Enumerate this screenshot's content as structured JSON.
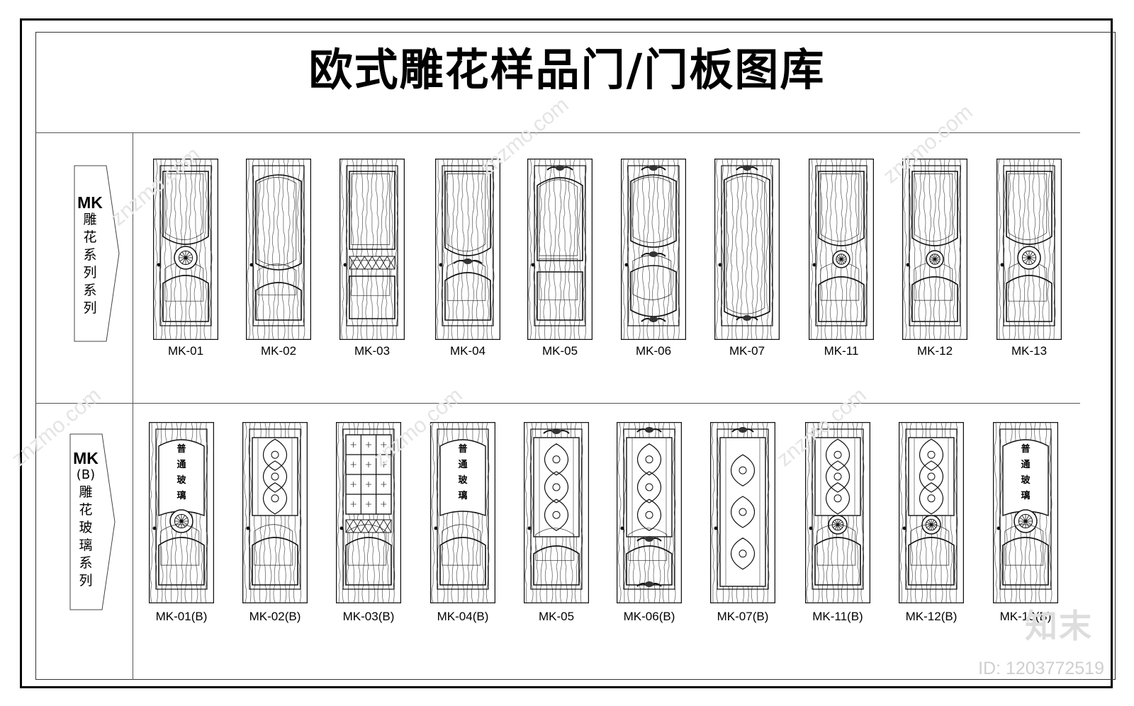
{
  "title": "欧式雕花样品门/门板图库",
  "rows": [
    {
      "code": "MK",
      "sub": "",
      "chars": [
        "雕",
        "花",
        "系",
        "列",
        "系",
        "列"
      ],
      "doors": [
        {
          "label": "MK-01",
          "style": "medallion-low",
          "glass": false
        },
        {
          "label": "MK-02",
          "style": "two-panel",
          "glass": false
        },
        {
          "label": "MK-03",
          "style": "lattice-band",
          "glass": false
        },
        {
          "label": "MK-04",
          "style": "arch-mid",
          "glass": false
        },
        {
          "label": "MK-05",
          "style": "crest-top",
          "glass": false
        },
        {
          "label": "MK-06",
          "style": "three-panel",
          "glass": false
        },
        {
          "label": "MK-07",
          "style": "tall-panel",
          "glass": false
        },
        {
          "label": "MK-11",
          "style": "medallion-mid",
          "glass": false
        },
        {
          "label": "MK-12",
          "style": "medallion-mid",
          "glass": false
        },
        {
          "label": "MK-13",
          "style": "medallion-low",
          "glass": false
        }
      ]
    },
    {
      "code": "MK",
      "sub": "(B)",
      "chars": [
        "雕",
        "花",
        "玻",
        "璃",
        "系",
        "列"
      ],
      "doors": [
        {
          "label": "MK-01(B)",
          "style": "medallion-low",
          "glass": "plain"
        },
        {
          "label": "MK-02(B)",
          "style": "two-panel",
          "glass": "pattern"
        },
        {
          "label": "MK-03(B)",
          "style": "lattice-band",
          "glass": "grid"
        },
        {
          "label": "MK-04(B)",
          "style": "arch-mid",
          "glass": "plain"
        },
        {
          "label": "MK-05",
          "style": "crest-top",
          "glass": "pattern"
        },
        {
          "label": "MK-06(B)",
          "style": "three-panel",
          "glass": "pattern"
        },
        {
          "label": "MK-07(B)",
          "style": "tall-panel",
          "glass": "pattern"
        },
        {
          "label": "MK-11(B)",
          "style": "medallion-mid",
          "glass": "pattern"
        },
        {
          "label": "MK-12(B)",
          "style": "medallion-mid",
          "glass": "pattern"
        },
        {
          "label": "MK-13(B)",
          "style": "medallion-low",
          "glass": "plain"
        }
      ]
    }
  ],
  "glass_text": [
    "普",
    "通",
    "玻",
    "璃"
  ],
  "watermark": "znzmo.com",
  "logo": "知末",
  "id_text": "ID: 1203772519"
}
